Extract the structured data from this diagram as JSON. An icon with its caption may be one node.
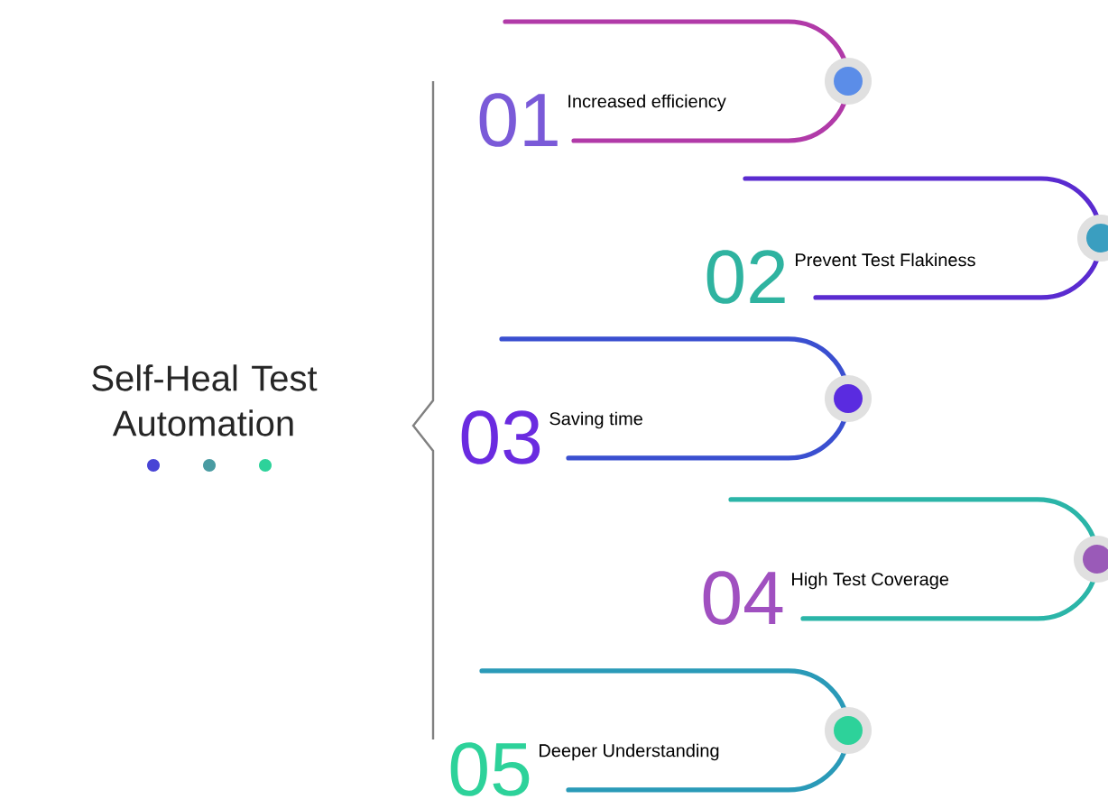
{
  "diagram": {
    "title": "Self-Heal Test Automation",
    "nodes": [
      {
        "text": [
          "01",
          "Increased efficiency"
        ]
      },
      {
        "text": [
          "02",
          "Prevent Test Flakiness"
        ]
      },
      {
        "text": [
          "03",
          "Saving time"
        ]
      },
      {
        "text": [
          "04",
          "High Test Coverage"
        ]
      },
      {
        "text": [
          "05",
          "Deeper Understanding"
        ]
      }
    ]
  }
}
